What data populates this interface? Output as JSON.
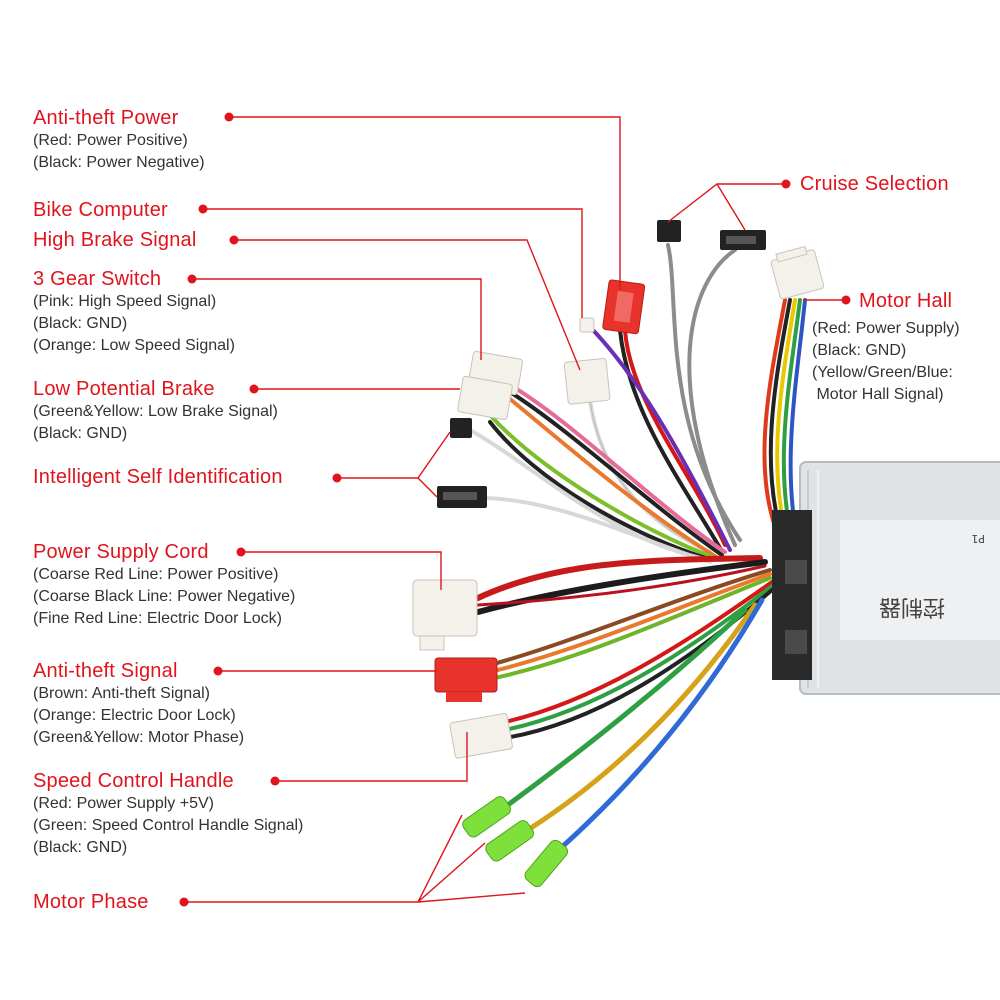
{
  "labels": {
    "anti_theft_power": {
      "title": "Anti-theft Power",
      "lines": [
        "(Red: Power Positive)",
        "(Black: Power Negative)"
      ]
    },
    "bike_computer": {
      "title": "Bike Computer"
    },
    "high_brake": {
      "title": "High Brake Signal"
    },
    "gear_switch": {
      "title": "3 Gear Switch",
      "lines": [
        "(Pink: High Speed Signal)",
        "(Black: GND)",
        "(Orange: Low Speed Signal)"
      ]
    },
    "low_brake": {
      "title": "Low Potential Brake",
      "lines": [
        "(Green&Yellow: Low Brake Signal)",
        "(Black: GND)"
      ]
    },
    "self_id": {
      "title": "Intelligent Self Identification"
    },
    "power_cord": {
      "title": "Power Supply Cord",
      "lines": [
        "(Coarse Red Line: Power Positive)",
        "(Coarse Black Line: Power Negative)",
        "(Fine Red Line: Electric Door Lock)"
      ]
    },
    "anti_theft_signal": {
      "title": "Anti-theft Signal",
      "lines": [
        "(Brown: Anti-theft Signal)",
        "(Orange: Electric Door Lock)",
        "(Green&Yellow: Motor Phase)"
      ]
    },
    "speed_handle": {
      "title": "Speed Control Handle",
      "lines": [
        "(Red: Power Supply +5V)",
        "(Green: Speed Control Handle Signal)",
        "(Black: GND)"
      ]
    },
    "motor_phase": {
      "title": "Motor Phase"
    },
    "cruise": {
      "title": "Cruise Selection"
    },
    "motor_hall": {
      "title": "Motor Hall",
      "lines": [
        "(Red: Power Supply)",
        "(Black: GND)",
        "(Yellow/Green/Blue:",
        " Motor Hall Signal)"
      ]
    }
  },
  "colors": {
    "accent": "#e0141c",
    "subtext": "#333333",
    "connector_white": "#f4f1ea",
    "connector_red": "#e8332c",
    "connector_green": "#7ee03a",
    "controller_body": "#dfe3e6"
  }
}
